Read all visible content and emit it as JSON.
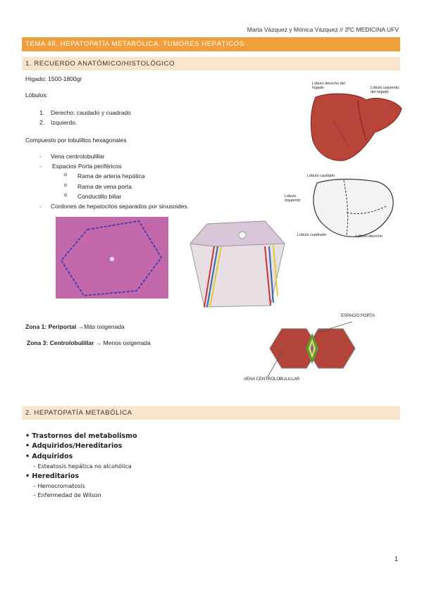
{
  "header": {
    "author": "Marta Vázquez y Mónica Vázquez // 3ºC MEDICINA UFV"
  },
  "topic": {
    "title": "TEMA 48. HEPATOPATÍA METABÓLICA. TUMORES HEPÁTICOS"
  },
  "section1": {
    "title": "1. RECUERDO ANATÓMICO/HISTOLÓGICO",
    "weight": "Hígado: 1500-1800gr",
    "lobules_label": "Lóbulos:",
    "lobules": [
      {
        "num": "1.",
        "text": "Derecho: caudado y cuadrado"
      },
      {
        "num": "2.",
        "text": "Izquierdo."
      }
    ],
    "composed": "Compuesto por lobulillos hexagonales",
    "items": {
      "vena": "Vena centrolobulillar",
      "espacios": "Espacios Porta periféricos",
      "sub": [
        "Rama de arteria hepática",
        "Rama de vena porta",
        "Conductillo biliar"
      ],
      "cordones": "Cordones de hepatocitos separados por sinusoides."
    },
    "zone1": {
      "label": "Zona 1: Periportal",
      "arrow": "→",
      "text": "Más oxigenada"
    },
    "zone3": {
      "label": "Zona 3: Centrolobulillar",
      "arrow": "→",
      "text": "Menos oxigenada"
    },
    "figure_liver": {
      "right_label": "Lóbulo derecho del hígado",
      "left_label": "Lóbulo izquierdo del hígado"
    },
    "figure_outline": {
      "caudado": "Lóbulo caudado",
      "izquierdo": "Lóbulo izquierdo",
      "cuadrado": "Lóbulo cuadrado",
      "derecho": "Lóbulo derecho"
    },
    "figure_acinus": {
      "espacio": "ESPACIO PORTA",
      "vena": "VENA CENTROLOBULILLAR"
    }
  },
  "section2": {
    "title": "2. HEPATOPATÍA METABÓLICA",
    "bullets": [
      {
        "text": "Trastornos del metabolismo",
        "subs": []
      },
      {
        "text": "Adquiridos/Hereditarios",
        "subs": []
      },
      {
        "text": "Adquiridos",
        "subs": [
          "– Esteatosis hepática no alcohólica"
        ]
      },
      {
        "text": "Hereditarios",
        "subs": [
          "– Hemocromatosis",
          "– Enfermedad de Wilson"
        ]
      }
    ]
  },
  "footer": {
    "page": "1"
  },
  "colors": {
    "topic_bar": "#ef9f3c",
    "section_bar": "#fbe4cc",
    "liver": "#b8443a",
    "histo": "#c96fb0"
  }
}
